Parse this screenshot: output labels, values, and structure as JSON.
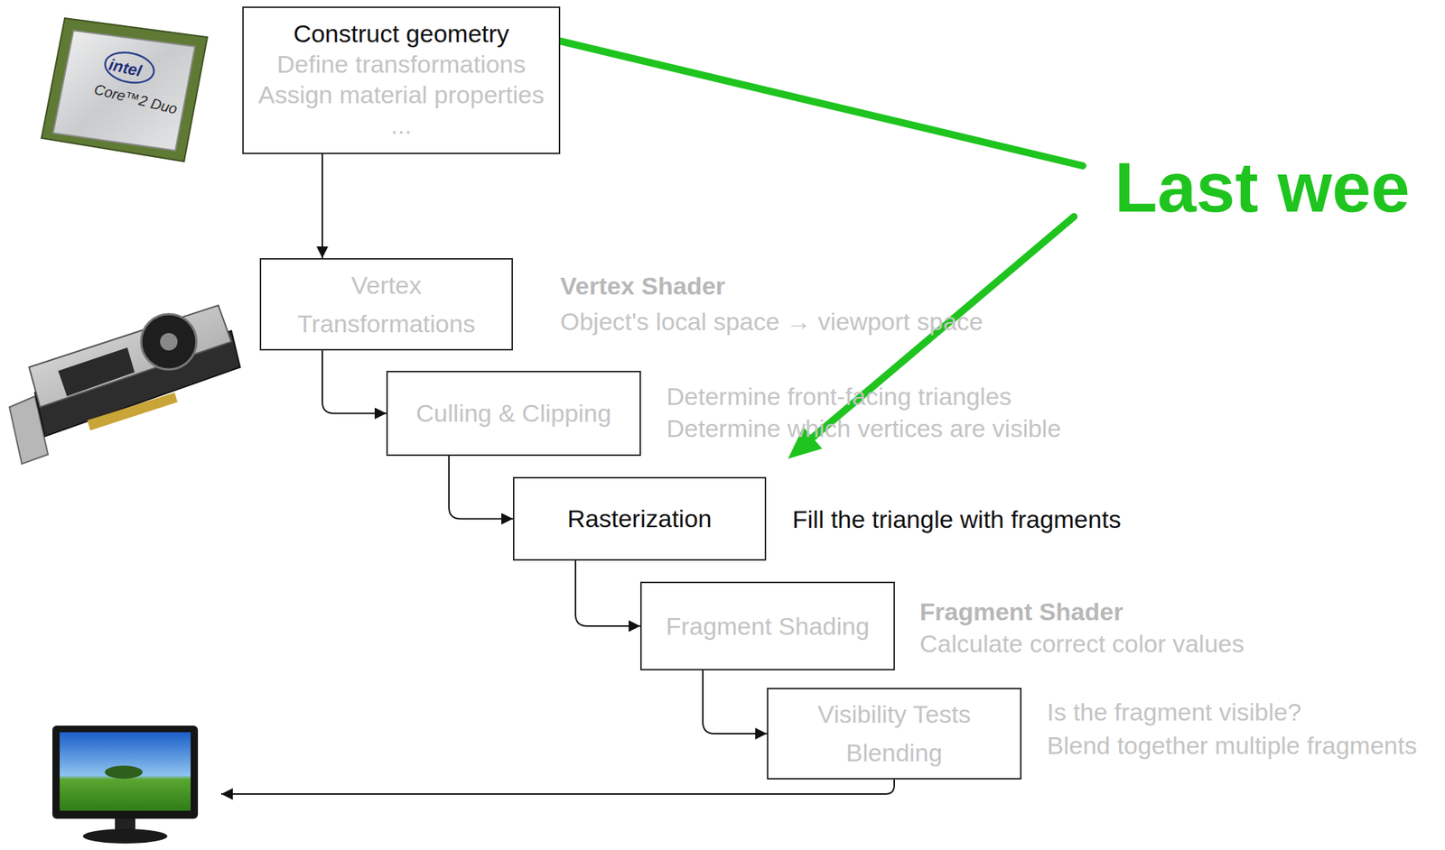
{
  "diagram": {
    "nodes": [
      {
        "text": [
          "Construct geometry",
          "Define transformations",
          "Assign material properties",
          "..."
        ]
      },
      {
        "text": [
          "Vertex Transformations"
        ]
      },
      {
        "text": [
          "Culling & Clipping"
        ]
      },
      {
        "text": [
          "Rasterization"
        ]
      },
      {
        "text": [
          "Fragment Shading"
        ]
      },
      {
        "text": [
          "Visibility Tests Blending"
        ]
      }
    ],
    "edges": [
      {
        "from": 0,
        "to": 1,
        "arrow": "to"
      },
      {
        "from": 1,
        "to": 2,
        "arrow": "to"
      },
      {
        "from": 2,
        "to": 3,
        "arrow": "to"
      },
      {
        "from": 3,
        "to": 4,
        "arrow": "to"
      },
      {
        "from": 4,
        "to": 5,
        "arrow": "to"
      }
    ],
    "labels": [
      "Vertex Shader",
      "Object's local space → viewport space",
      "Determine front-facing triangles",
      "Determine which vertices are visible",
      "Fill the triangle with fragments",
      "Fragment Shader",
      "Calculate correct color values",
      "Is the fragment visible?",
      "Blend together multiple fragments",
      "Last wee",
      "intel",
      "Core™2 Duo"
    ]
  }
}
